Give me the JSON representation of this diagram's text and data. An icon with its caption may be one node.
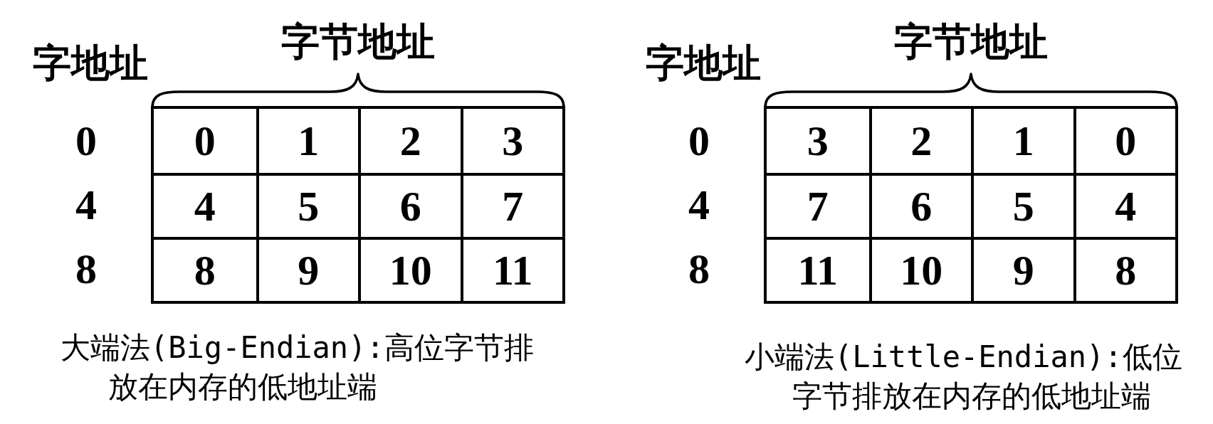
{
  "diagram": {
    "labels": [
      "字节地址",
      "字地址",
      "0",
      "0",
      "1",
      "2",
      "3",
      "4",
      "4",
      "5",
      "6",
      "7",
      "8",
      "8",
      "9",
      "10",
      "11",
      "大端法(Big-Endian):高位字节排放在内存的低地址端",
      "字节地址",
      "字地址",
      "0",
      "3",
      "2",
      "1",
      "0",
      "4",
      "7",
      "6",
      "5",
      "4",
      "8",
      "11",
      "10",
      "9",
      "8",
      "小端法(Little-Endian):低位字节排放在内存的低地址端"
    ]
  }
}
